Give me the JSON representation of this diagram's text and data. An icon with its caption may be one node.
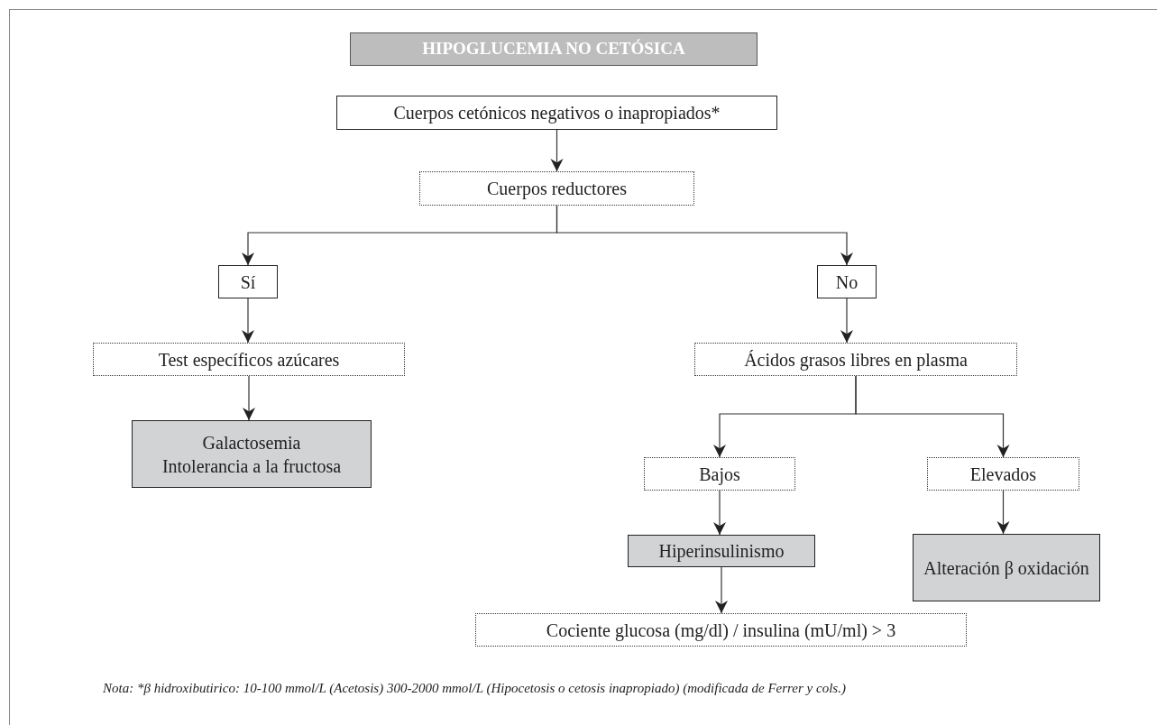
{
  "diagram": {
    "nodes": [
      {
        "text": [
          "HIPOGLUCEMIA NO CETÓSICA"
        ]
      },
      {
        "text": [
          "Cuerpos cetónicos negativos o inapropiados*"
        ]
      },
      {
        "text": [
          "Cuerpos reductores"
        ]
      },
      {
        "text": [
          "Sí"
        ]
      },
      {
        "text": [
          "No"
        ]
      },
      {
        "text": [
          "Test específicos azúcares"
        ]
      },
      {
        "text": [
          "Galactosemia",
          "Intolerancia a la fructosa"
        ]
      },
      {
        "text": [
          "Ácidos grasos libres en plasma"
        ]
      },
      {
        "text": [
          "Bajos"
        ]
      },
      {
        "text": [
          "Elevados"
        ]
      },
      {
        "text": [
          "Hiperinsulinismo"
        ]
      },
      {
        "text": [
          "Alteración β oxidación"
        ]
      },
      {
        "text": [
          "Cociente glucosa (mg/dl) / insulina (mU/ml) > 3"
        ]
      }
    ],
    "edges": [
      {
        "from": 1,
        "to": 2,
        "arrow": "to"
      },
      {
        "from": 2,
        "to": 3,
        "arrow": "to"
      },
      {
        "from": 2,
        "to": 4,
        "arrow": "to"
      },
      {
        "from": 3,
        "to": 5,
        "arrow": "to"
      },
      {
        "from": 5,
        "to": 6,
        "arrow": "to"
      },
      {
        "from": 4,
        "to": 7,
        "arrow": "to"
      },
      {
        "from": 7,
        "to": 8,
        "arrow": "to"
      },
      {
        "from": 7,
        "to": 9,
        "arrow": "to"
      },
      {
        "from": 8,
        "to": 10,
        "arrow": "to"
      },
      {
        "from": 9,
        "to": 11,
        "arrow": "to"
      },
      {
        "from": 10,
        "to": 12,
        "arrow": "to"
      }
    ],
    "labels": [
      "Nota: *β hidroxibutirico: 10-100 mmol/L (Acetosis) 300-2000 mmol/L (Hipocetosis o cetosis inapropiado) (modificada de Ferrer y cols.)"
    ]
  }
}
